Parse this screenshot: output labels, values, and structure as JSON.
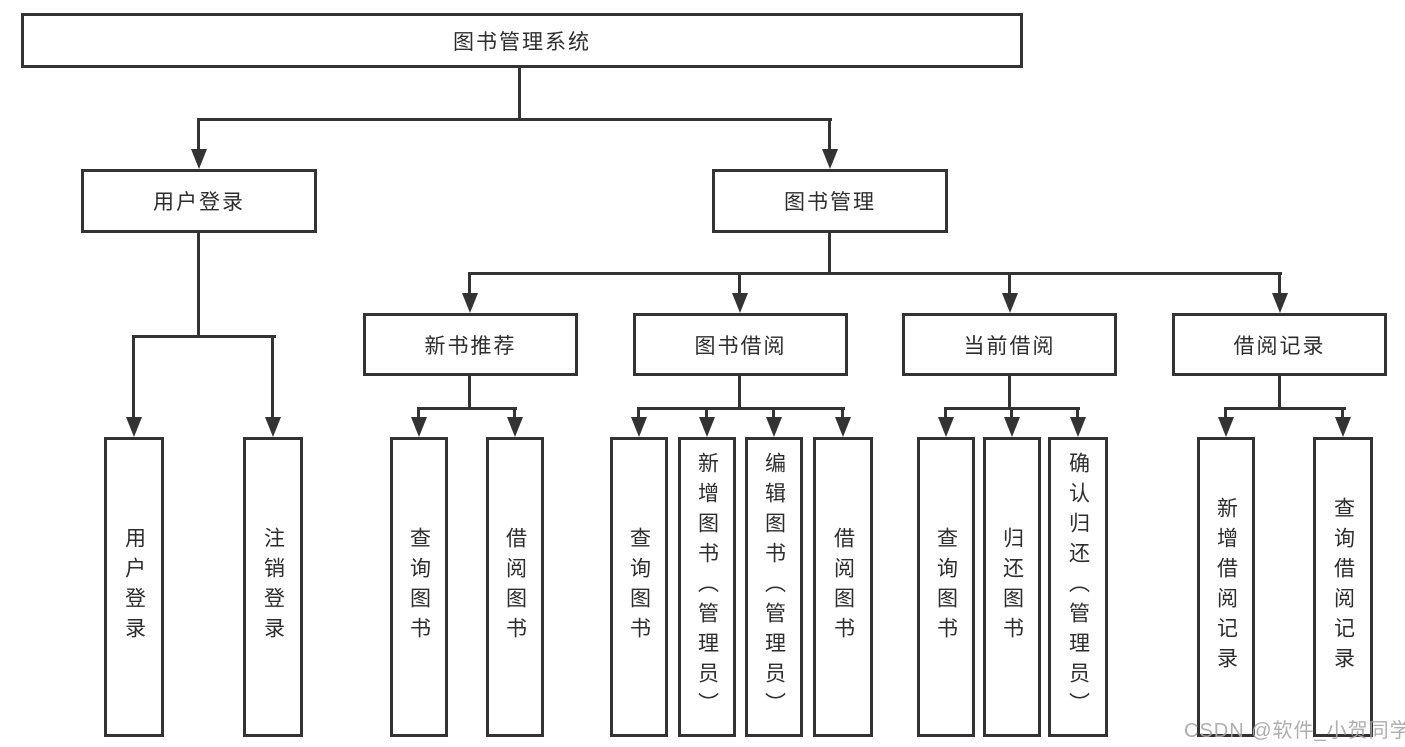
{
  "diagram": {
    "title": "图书管理系统",
    "watermark": "CSDN @软件_小贺同学",
    "colors": {
      "line": "#333333",
      "box_border": "#333333",
      "box_background": "#ffffff",
      "text": "#2d2d2d",
      "watermark_text": "#a8a8a8",
      "background": "#ffffff"
    },
    "nodes": {
      "root": {
        "label": "图书管理系统"
      },
      "user_login": {
        "label": "用户登录"
      },
      "book_mgmt": {
        "label": "图书管理"
      },
      "new_book_rec": {
        "label": "新书推荐"
      },
      "book_borrow": {
        "label": "图书借阅"
      },
      "current_borrow": {
        "label": "当前借阅"
      },
      "borrow_records": {
        "label": "借阅记录"
      },
      "leaf_user_login": {
        "label": "用户登录"
      },
      "leaf_logout": {
        "label": "注销登录"
      },
      "leaf_query_books_1": {
        "label": "查询图书"
      },
      "leaf_borrow_books_1": {
        "label": "借阅图书"
      },
      "leaf_query_books_2": {
        "label": "查询图书"
      },
      "leaf_add_books": {
        "label": "新增图书（管理员）"
      },
      "leaf_edit_books": {
        "label": "编辑图书（管理员）"
      },
      "leaf_borrow_books_2": {
        "label": "借阅图书"
      },
      "leaf_query_books_3": {
        "label": "查询图书"
      },
      "leaf_return_books": {
        "label": "归还图书"
      },
      "leaf_confirm_return": {
        "label": "确认归还（管理员）"
      },
      "leaf_add_borrow_record": {
        "label": "新增借阅记录"
      },
      "leaf_query_borrow_record": {
        "label": "查询借阅记录"
      }
    },
    "hierarchy": {
      "label": "图书管理系统",
      "children": [
        {
          "label": "用户登录",
          "children": [
            {
              "label": "用户登录"
            },
            {
              "label": "注销登录"
            }
          ]
        },
        {
          "label": "图书管理",
          "children": [
            {
              "label": "新书推荐",
              "children": [
                {
                  "label": "查询图书"
                },
                {
                  "label": "借阅图书"
                }
              ]
            },
            {
              "label": "图书借阅",
              "children": [
                {
                  "label": "查询图书"
                },
                {
                  "label": "新增图书（管理员）"
                },
                {
                  "label": "编辑图书（管理员）"
                },
                {
                  "label": "借阅图书"
                }
              ]
            },
            {
              "label": "当前借阅",
              "children": [
                {
                  "label": "查询图书"
                },
                {
                  "label": "归还图书"
                },
                {
                  "label": "确认归还（管理员）"
                }
              ]
            },
            {
              "label": "借阅记录",
              "children": [
                {
                  "label": "新增借阅记录"
                },
                {
                  "label": "查询借阅记录"
                }
              ]
            }
          ]
        }
      ]
    }
  }
}
